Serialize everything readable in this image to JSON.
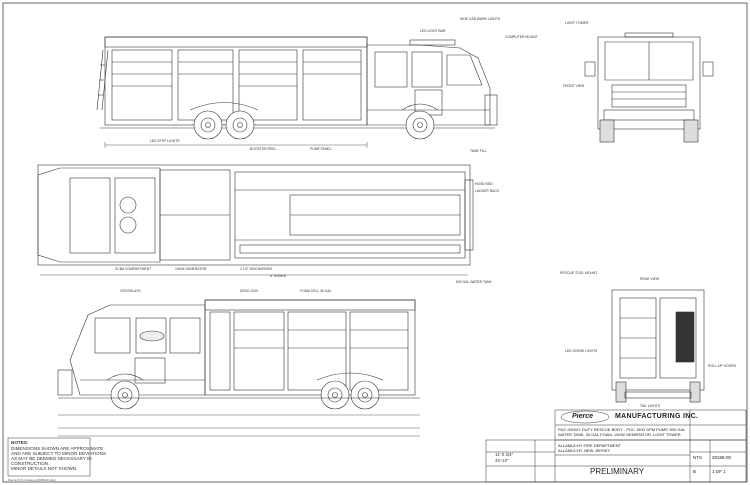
{
  "drawing": {
    "company": {
      "logo_text": "Pierce",
      "name": "MANUFACTURING INC."
    },
    "description_lines": [
      "PUC HEAVY DUTY RESCUE BODY - PUC 1500 GPM PUMP, 500 GAL",
      "WATER TANK, 30 GAL FOAM, 10KW GENERATOR, LIGHT TOWER"
    ],
    "customer_lines": [
      "ALLAMUCHY FIRE DEPARTMENT",
      "ALLAMUCHY, NEW JERSEY"
    ],
    "status": "PRELIMINARY",
    "drawing_number": "28186-00",
    "sheet": "1 OF 1",
    "scale": "NTS",
    "size": "B",
    "dimensions": {
      "overall_height": "11'-0 3/4\"",
      "overall_length": "33'-10\""
    },
    "notes": {
      "heading": "NOTES:",
      "lines": [
        "DIMENSIONS SHOWN ARE APPROXIMATE",
        "AND ARE SUBJECT TO MINOR DEVIATIONS",
        "AS MAY BE DEEMED NECESSARY IN",
        "CONSTRUCTION.",
        "MINOR DETAILS NOT SHOWN."
      ]
    },
    "footer_path": "Pierce PUC Drawing 28186-00.dwg"
  },
  "callouts": {
    "top_left": "SIDE CAB WARN LIGHTS",
    "light_bar": "LED LIGHT BAR",
    "compartment": "COMPUTER MOUNT",
    "pump_panel": "PUMP PANEL",
    "step_lights": "LED STEP LIGHTS",
    "booster_reel": "BOOSTER REEL",
    "tank_fill": "TANK FILL",
    "rear_view": "REAR VIEW",
    "front_view": "FRONT VIEW",
    "light_tower": "LIGHT TOWER",
    "hose_bed": "HOSE BED",
    "ladder_rack": "LADDER RACK",
    "scba": "SCBA COMPARTMENT",
    "generator": "10KW GENERATOR",
    "discharges": "2 1/2\" DISCHARGES",
    "intake": "6\" INTAKE",
    "crosslays": "CROSSLAYS",
    "deck_gun": "DECK GUN",
    "foam": "FOAM CELL 30 GAL",
    "water_tank": "500 GAL WATER TANK",
    "rescue_tools": "RESCUE TOOL MOUNT",
    "scene_lights": "LED SCENE LIGHTS",
    "roll_up": "ROLL-UP DOORS",
    "tail": "TAIL LIGHTS"
  }
}
